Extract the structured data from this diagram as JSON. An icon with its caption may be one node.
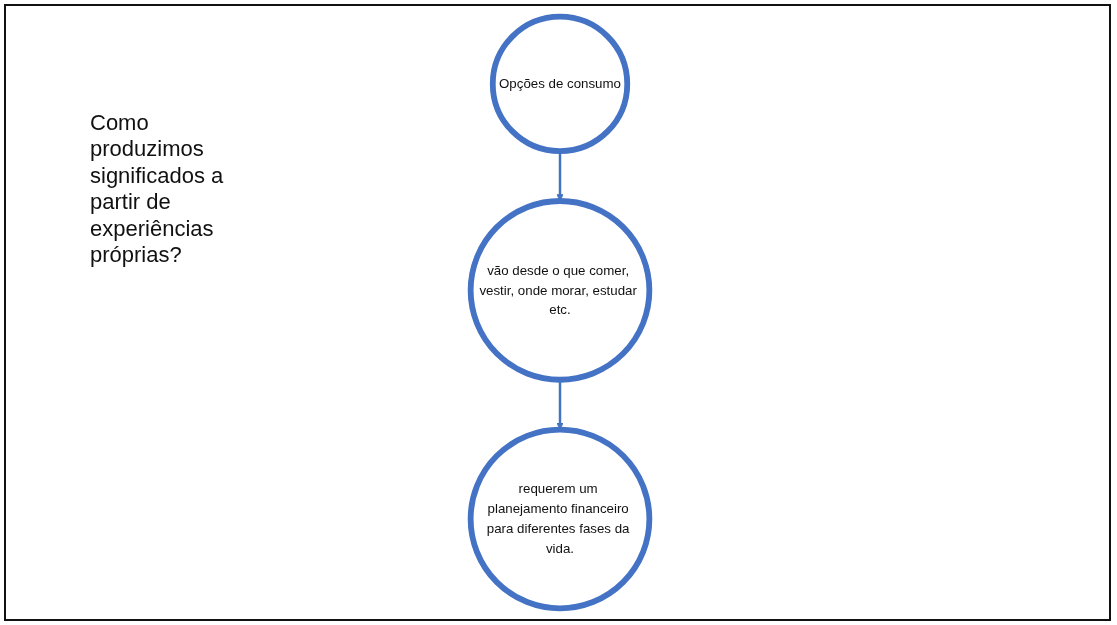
{
  "diagram": {
    "nodes": [
      {
        "text": [
          "Opções de consumo"
        ]
      },
      {
        "text": [
          "vão desde o que comer, vestir, onde morar, estudar etc."
        ]
      },
      {
        "text": [
          "requerem um planejamento financeiro para diferentes fases da vida."
        ]
      }
    ],
    "edges": [
      {
        "from": 0,
        "to": 1,
        "arrow": "to"
      },
      {
        "from": 1,
        "to": 2,
        "arrow": "to"
      }
    ],
    "labels": [
      "Como produzimos significados a partir de experiências próprias?"
    ]
  }
}
